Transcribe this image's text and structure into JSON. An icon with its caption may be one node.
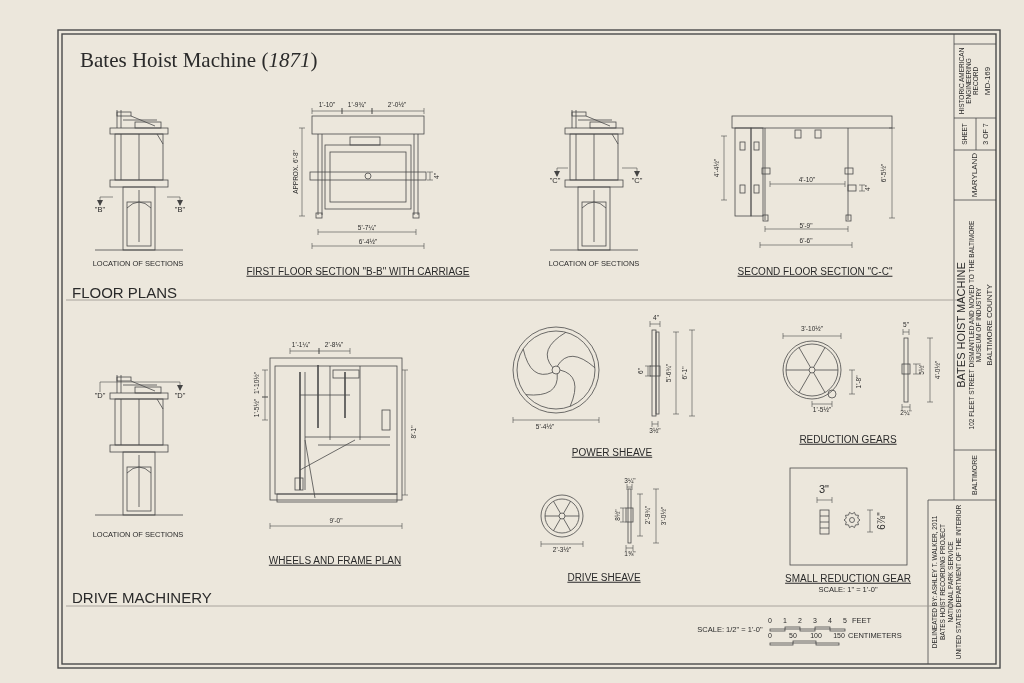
{
  "diagram": {
    "title": "Bates Hoist Machine (*1871*)",
    "labels": [
      "\"B\"",
      "\"B\"",
      "LOCATION OF SECTIONS",
      "1'-10\"",
      "1'-9¾\"",
      "2'-0½\"",
      "APPROX. 6'-8\"",
      "4\"",
      "5'-7¼\"",
      "6'-4½\"",
      "FIRST FLOOR SECTION \"B-B\" WITH CARRIAGE",
      "\"C\"",
      "\"C\"",
      "LOCATION OF SECTIONS",
      "4'-4½\"",
      "4'-10\"",
      "6'-5½\"",
      "4\"",
      "5'-9\"",
      "6'-6\"",
      "SECOND FLOOR SECTION \"C-C\"",
      "FLOOR PLANS",
      "\"D\"",
      "\"D\"",
      "1'-1¼\"",
      "2'-8⅛\"",
      "1'-10½\"",
      "1'-5½\"",
      "8'-1\"",
      "9'-0\"",
      "LOCATION OF SECTIONS",
      "WHEELS AND FRAME PLAN",
      "4\"",
      "6\"",
      "5'-6¾\"",
      "6'-1\"",
      "5'-4½\"",
      "3½\"",
      "POWER SHEAVE",
      "3'-10½\"",
      "5\"",
      "1'-8\"",
      "5½\"",
      "4'-0½\"",
      "1'-5½\"",
      "2¼\"",
      "REDUCTION GEARS",
      "3¼\"",
      "8½\"",
      "2'-9¾\"",
      "3'-0½\"",
      "2'-3½\"",
      "1⅝\"",
      "DRIVE SHEAVE",
      "3\"",
      "6⅞\"",
      "SMALL REDUCTION GEAR",
      "SCALE: 1\" = 1'-0\"",
      "DRIVE MACHINERY",
      "SCALE: 1/2\" = 1'-0\"",
      "0",
      "1",
      "2",
      "3",
      "4",
      "5",
      "FEET",
      "0",
      "50",
      "100",
      "150",
      "CENTIMETERS",
      "DELINEATED BY: ASHLEY T. WALKER, 2011",
      "BATES HOIST RECORDING PROJECT",
      "NATIONAL PARK SERVICE",
      "UNITED STATES DEPARTMENT OF THE INTERIOR",
      "BALTIMORE",
      "BATES HOIST MACHINE",
      "102 FLEET STREET DISMANTLED AND MOVED TO THE BALTIMORE MUSEUM OF INDUSTRY",
      "BALTIMORE COUNTY",
      "MARYLAND",
      "SHEET",
      "3 OF 7",
      "HISTORIC AMERICAN ENGINEERING RECORD",
      "MD-169"
    ]
  }
}
